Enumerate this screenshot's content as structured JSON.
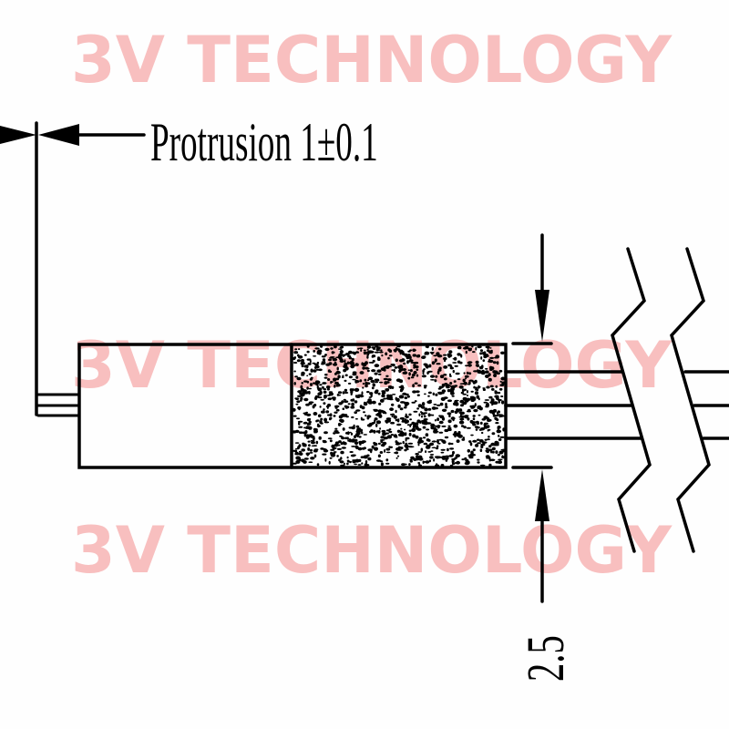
{
  "drawing": {
    "protrusion_label": "Protrusion 1±0.1",
    "dimension_label": "2.5"
  },
  "watermark": {
    "text": "3V TECHNOLOGY",
    "color": "#f28a8a"
  },
  "colors": {
    "line": "#000000",
    "background": "#ffffff"
  }
}
